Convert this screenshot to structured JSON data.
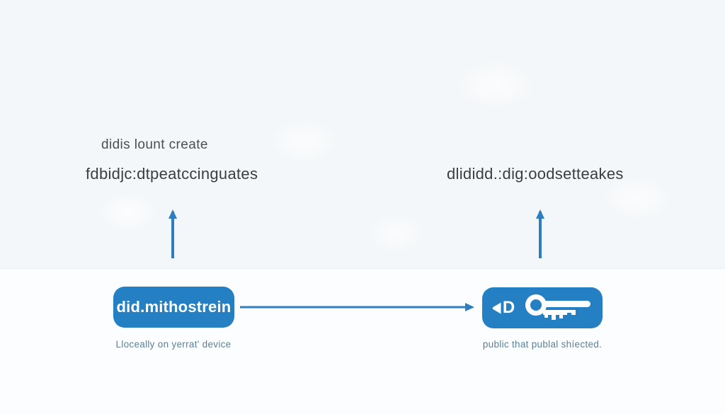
{
  "diagram": {
    "heading": {
      "line1": "didis lount create",
      "line2": "fdbidjc:dtpeatccinguates"
    },
    "right_heading": "dlididd.:dig:oodsetteakes",
    "left_node": {
      "label": "did.mithostrein",
      "caption": "Lloceally on yerrat' device"
    },
    "right_node": {
      "icon_letter": "D",
      "caption": "public that publal shíected."
    },
    "colors": {
      "node_blue": "#2580c3",
      "arrow_blue": "#2e7dbf",
      "label_dark": "#3b3e41",
      "label_gray": "#4b4e52",
      "caption_gray": "#5e8097",
      "bg_top": "#f4f7f9",
      "bg_bottom": "#fbfdfe"
    }
  }
}
